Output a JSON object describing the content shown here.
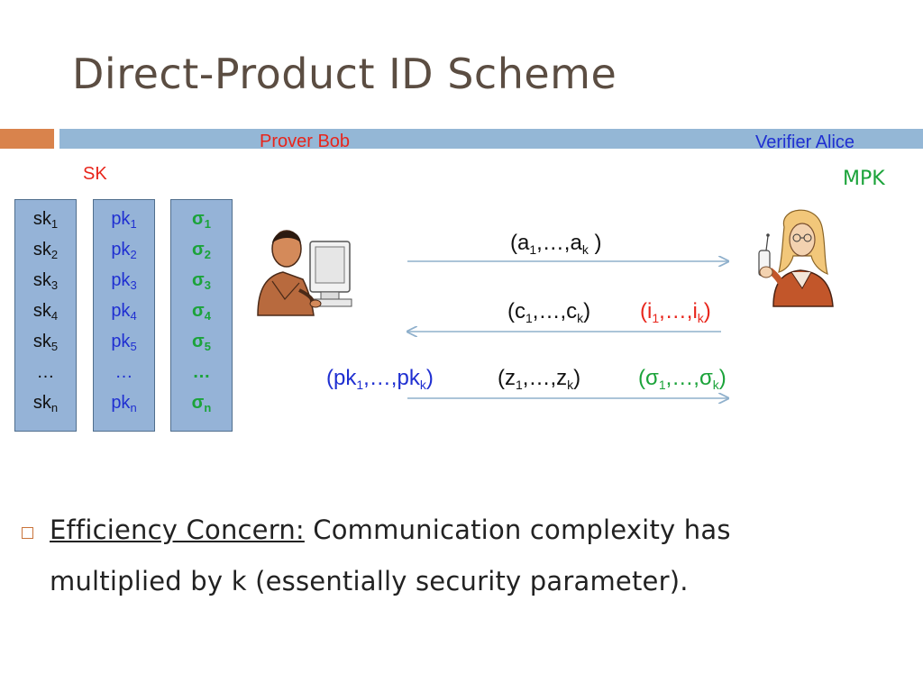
{
  "title": "Direct-Product ID Scheme",
  "roles": {
    "prover": "Prover Bob",
    "verifier": "Verifier Alice"
  },
  "keys": {
    "secret_label": "SK",
    "public_label": "MPK"
  },
  "columns": {
    "sk": [
      {
        "base": "sk",
        "sub": "1"
      },
      {
        "base": "sk",
        "sub": "2"
      },
      {
        "base": "sk",
        "sub": "3"
      },
      {
        "base": "sk",
        "sub": "4"
      },
      {
        "base": "sk",
        "sub": "5"
      },
      {
        "base": "…",
        "sub": ""
      },
      {
        "base": "sk",
        "sub": "n"
      }
    ],
    "pk": [
      {
        "base": "pk",
        "sub": "1"
      },
      {
        "base": "pk",
        "sub": "2"
      },
      {
        "base": "pk",
        "sub": "3"
      },
      {
        "base": "pk",
        "sub": "4"
      },
      {
        "base": "pk",
        "sub": "5"
      },
      {
        "base": "…",
        "sub": ""
      },
      {
        "base": "pk",
        "sub": "n"
      }
    ],
    "sigma": [
      {
        "base": "σ",
        "sub": "1"
      },
      {
        "base": "σ",
        "sub": "2"
      },
      {
        "base": "σ",
        "sub": "3"
      },
      {
        "base": "σ",
        "sub": "4"
      },
      {
        "base": "σ",
        "sub": "5"
      },
      {
        "base": "…",
        "sub": ""
      },
      {
        "base": "σ",
        "sub": "n"
      }
    ]
  },
  "messages": {
    "commit": {
      "open": "(a",
      "sub1": "1",
      "mid": ",…,a",
      "subk": "k",
      "close": " )"
    },
    "challenge": {
      "open": "(c",
      "sub1": "1",
      "mid": ",…,c",
      "subk": "k",
      "close": ")"
    },
    "index": {
      "open": "(i",
      "sub1": "1",
      "mid": ",…,i",
      "subk": "k",
      "close": ")"
    },
    "pks": {
      "open": "(pk",
      "sub1": "1",
      "mid": ",…,pk",
      "subk": "k",
      "close": ")"
    },
    "response": {
      "open": "(z",
      "sub1": "1",
      "mid": ",…,z",
      "subk": "k",
      "close": ")"
    },
    "sigs": {
      "open": "(σ",
      "sub1": "1",
      "mid": ",…,σ",
      "subk": "k",
      "close": ")"
    }
  },
  "icons": {
    "prover": "man-at-computer-icon",
    "verifier": "woman-with-phone-icon"
  },
  "colors": {
    "red": "#e8251b",
    "blue": "#1f2fd1",
    "green": "#1ba33a",
    "accent": "#d9834c",
    "bar": "#94b7d6"
  },
  "bullet": {
    "heading": "Efficiency Concern:",
    "text1": " Communication complexity has",
    "text2": "multiplied by k (essentially security parameter)."
  }
}
